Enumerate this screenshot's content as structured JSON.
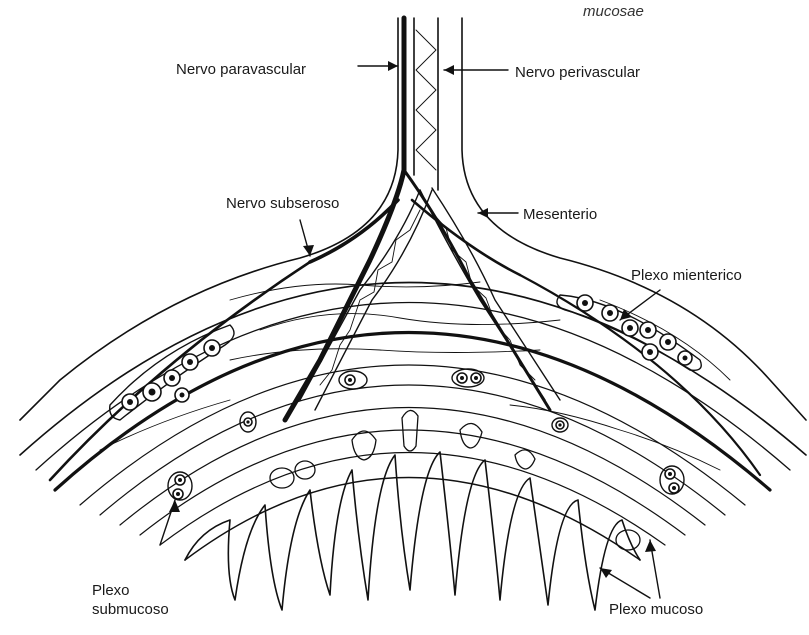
{
  "labels": {
    "mucosae": "mucosae",
    "nervo_paravascular": "Nervo paravascular",
    "nervo_perivascular": "Nervo perivascular",
    "nervo_subseroso": "Nervo subseroso",
    "mesenterio": "Mesenterio",
    "plexo_mienterico": "Plexo mienterico",
    "plexo_submucoso_line1": "Plexo",
    "plexo_submucoso_line2": "submucoso",
    "plexo_mucoso": "Plexo mucoso"
  },
  "colors": {
    "ink": "#111111",
    "paper": "#ffffff"
  }
}
